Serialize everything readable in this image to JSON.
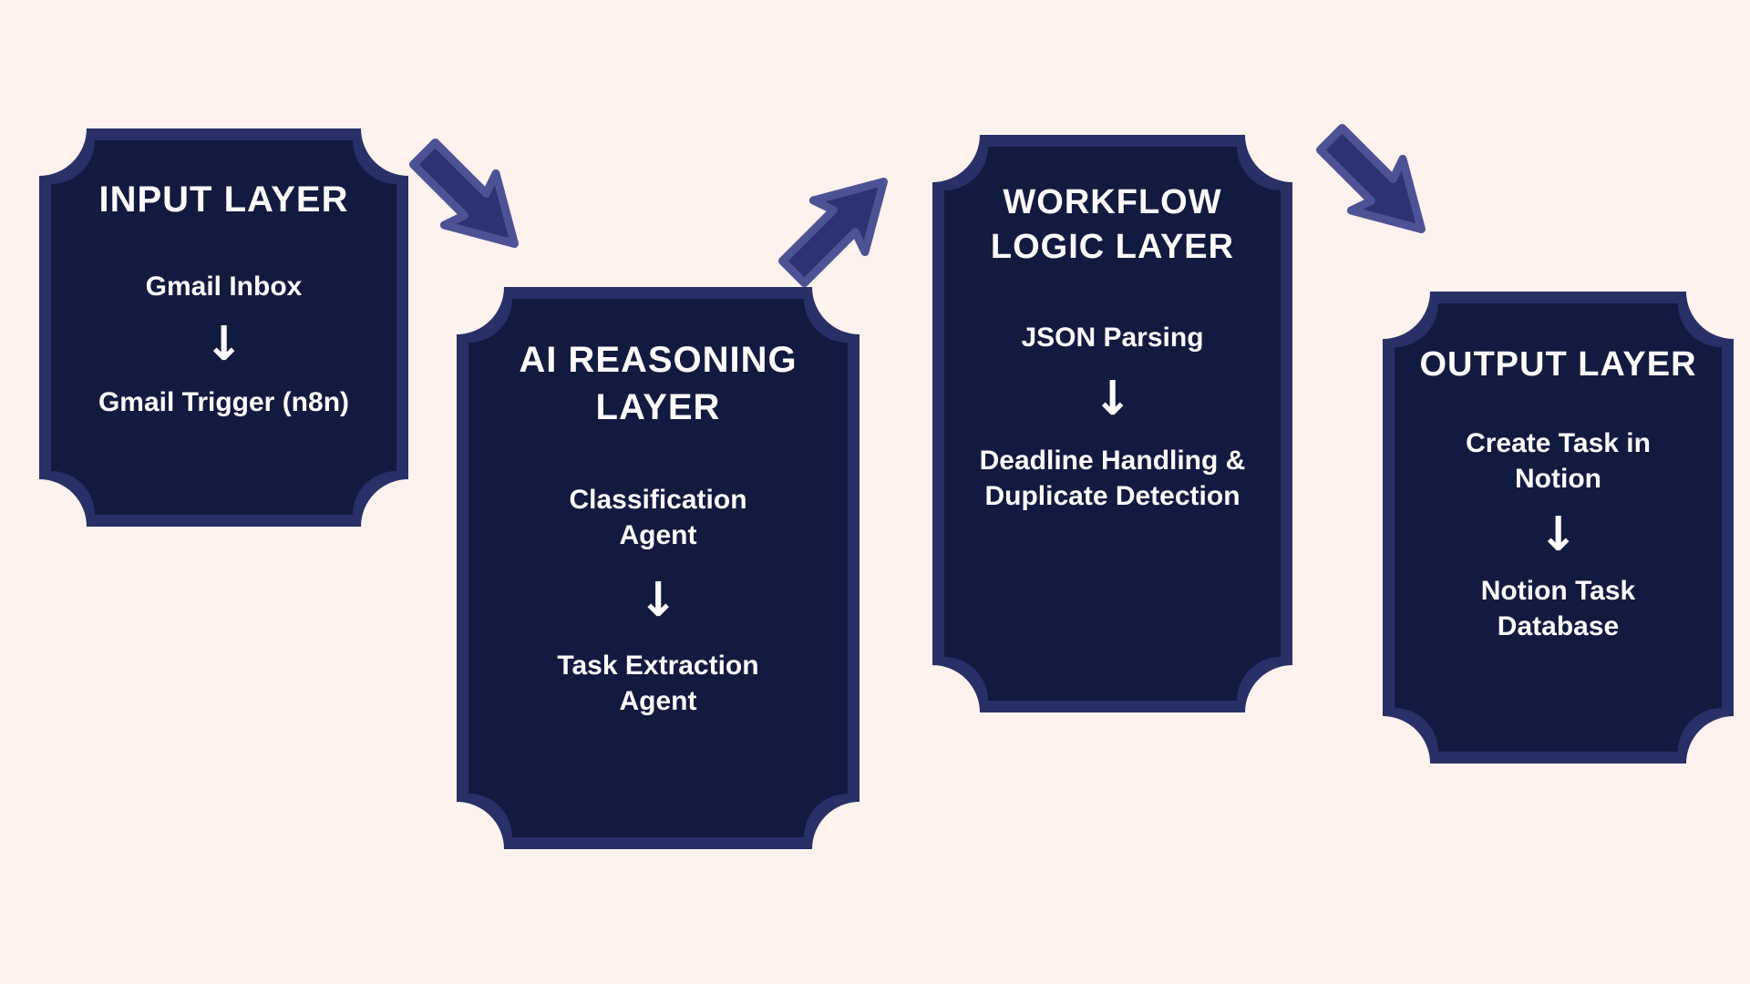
{
  "diagram": {
    "title_implicit": "Email to Notion task automation layers",
    "colors": {
      "background": "#fdf2ee",
      "card_border": "#283067",
      "card_fill": "#131a40",
      "text": "#fdfbfa",
      "connector_fill": "#2d3272",
      "connector_outline": "#4d5295"
    },
    "down_arrow_glyph": "↓",
    "cards": [
      {
        "title": "INPUT LAYER",
        "items": [
          "Gmail Inbox",
          "Gmail Trigger (n8n)"
        ]
      },
      {
        "title": "AI REASONING LAYER",
        "items": [
          "Classification Agent",
          "Task Extraction Agent"
        ]
      },
      {
        "title": "WORKFLOW LOGIC LAYER",
        "items": [
          "JSON Parsing",
          "Deadline Handling & Duplicate Detection"
        ]
      },
      {
        "title": "OUTPUT LAYER",
        "items": [
          "Create Task in Notion",
          "Notion Task Database"
        ]
      }
    ],
    "connectors": [
      {
        "from": "INPUT LAYER",
        "to": "AI REASONING LAYER",
        "direction": "down-right"
      },
      {
        "from": "AI REASONING LAYER",
        "to": "WORKFLOW LOGIC LAYER",
        "direction": "up-right"
      },
      {
        "from": "WORKFLOW LOGIC LAYER",
        "to": "OUTPUT LAYER",
        "direction": "down-right"
      }
    ]
  }
}
